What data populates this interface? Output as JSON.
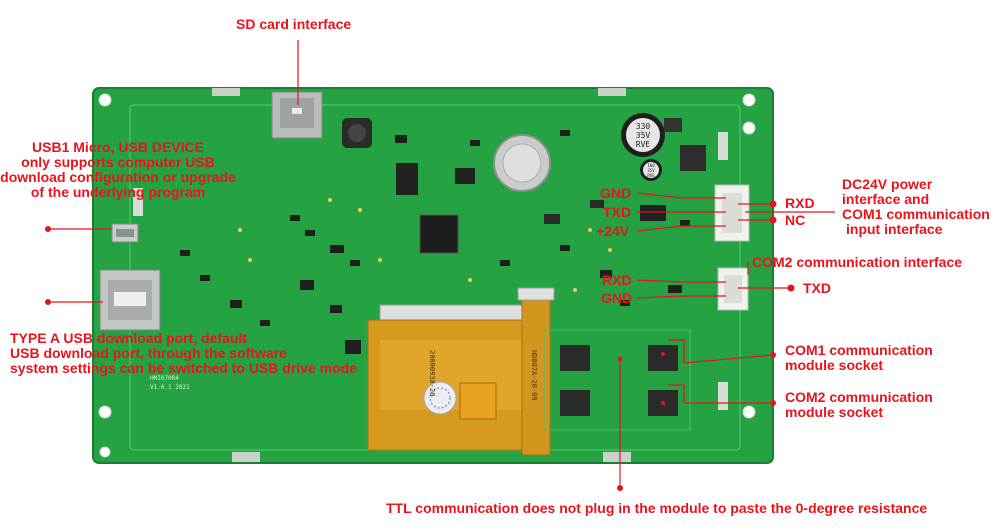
{
  "colors": {
    "label": "#e8141b",
    "board": "#25a343",
    "board_dark": "#1a7f33",
    "board_light": "#3bb757"
  },
  "labels": {
    "sd_card": "SD card interface",
    "usb1": [
      "USB1 Micro, USB DEVICE",
      "only supports computer USB",
      "download configuration or upgrade",
      "of the underlying program"
    ],
    "type_a": [
      "TYPE A USB download port, default",
      "USB download port, through the software",
      "system settings can be switched to USB drive mode"
    ],
    "dc24v": [
      "DC24V power",
      "interface and",
      "COM1 communication",
      "input interface"
    ],
    "com2_interface": "COM2 communication interface",
    "com1_socket": [
      "COM1 communication",
      "module socket"
    ],
    "com2_socket": [
      "COM2 communication",
      "module socket"
    ],
    "ttl": "TTL communication does not plug in the module to paste the 0-degree resistance"
  },
  "pins": {
    "com1_left": [
      "GND",
      "TXD",
      "+24V"
    ],
    "com1_right": [
      "RXD",
      "NC"
    ],
    "com2_left": [
      "RXD",
      "GND"
    ],
    "com2_right": [
      "TXD"
    ]
  },
  "board_text": {
    "capacitor": [
      "330",
      "35V",
      "RVE"
    ],
    "capacitor_small": [
      "100",
      "35V",
      "RVE"
    ],
    "fpc_code": "20000938-20",
    "ribbon_code": "HD007A-20-09",
    "board_model": "HMI070R4",
    "board_version": "V1.0.1 2021"
  }
}
